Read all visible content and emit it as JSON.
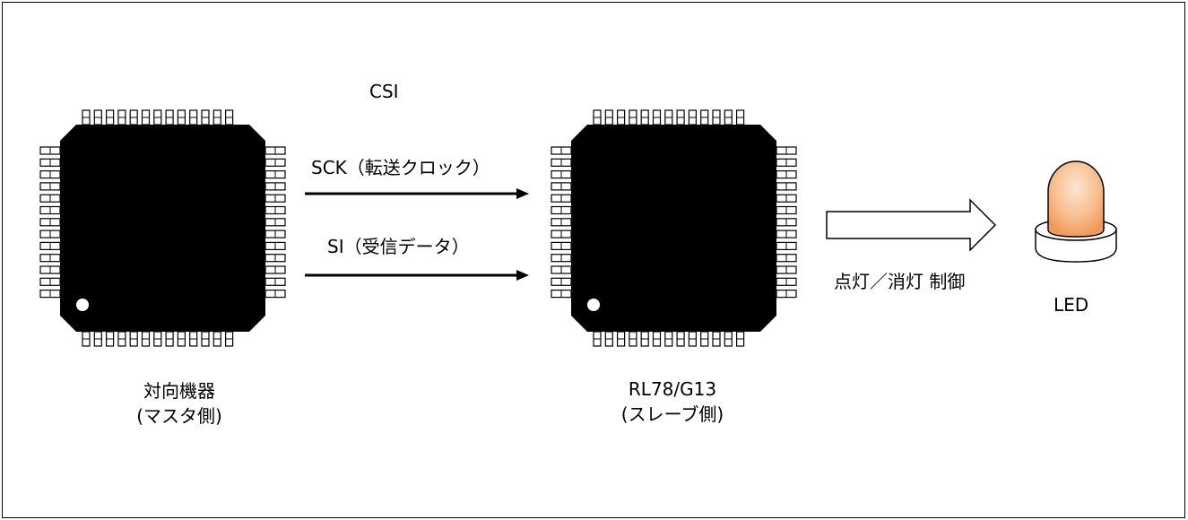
{
  "bus_label": "CSI",
  "master": {
    "name": "対向機器",
    "role": "(マスタ側)"
  },
  "slave": {
    "name": "RL78/G13",
    "role": "(スレーブ側)"
  },
  "signals": [
    {
      "label": "SCK（転送クロック）"
    },
    {
      "label": "SI（受信データ）"
    }
  ],
  "control_label": "点灯／消灯 制御",
  "led_label": "LED",
  "colors": {
    "chip": "#000000",
    "led_glow": "#f4a46a",
    "led_base": "#ffffff",
    "line": "#000000"
  }
}
